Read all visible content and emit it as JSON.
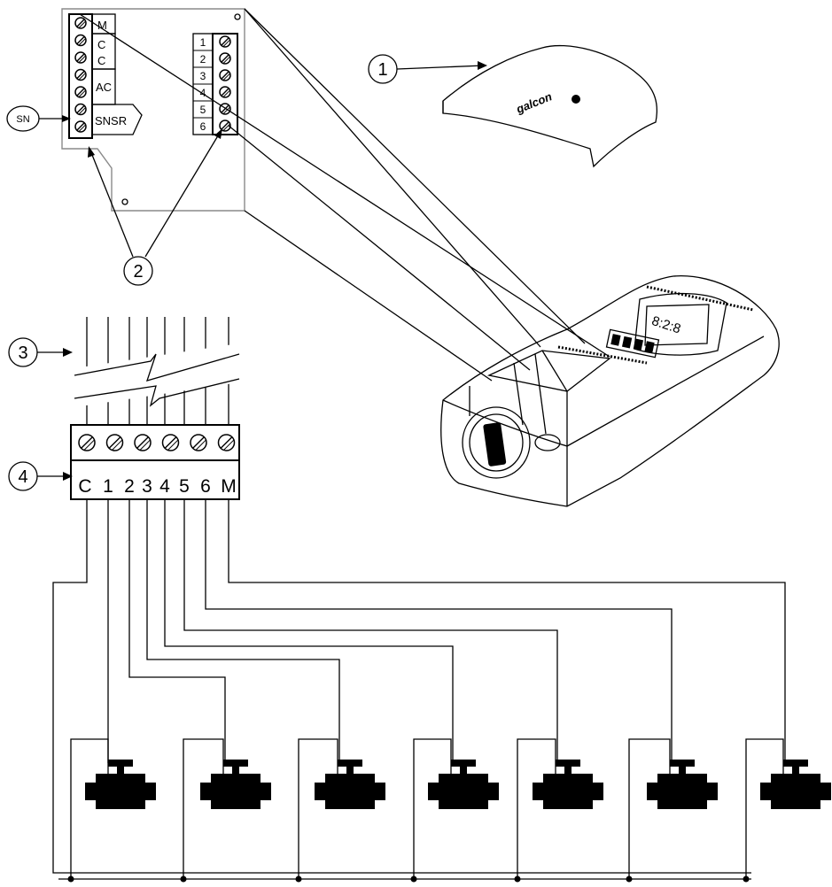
{
  "callouts": [
    "1",
    "2",
    "3",
    "4"
  ],
  "sensor_callout": "SN",
  "controller_left_labels": [
    "M",
    "C",
    "C",
    "AC",
    "SNSR"
  ],
  "controller_zone_labels": [
    "1",
    "2",
    "3",
    "4",
    "5",
    "6"
  ],
  "cover_logo": "galcon",
  "display_readout": "8:2:8",
  "terminal_labels": [
    "C",
    "1",
    "2",
    "3",
    "4",
    "5",
    "6",
    "M"
  ],
  "valve_count": 7
}
